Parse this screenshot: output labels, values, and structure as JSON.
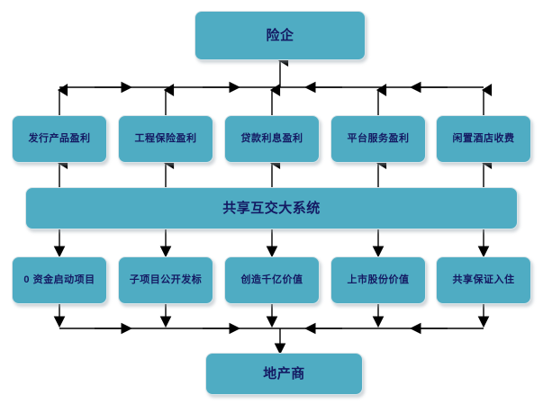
{
  "diagram": {
    "title_node": {
      "label": "险企"
    },
    "bottom_node": {
      "label": "地产商"
    },
    "center_bar": {
      "label": "共享互交大系统"
    },
    "upper_row": [
      {
        "label": "发行产品盈利"
      },
      {
        "label": "工程保险盈利"
      },
      {
        "label": "贷款利息盈利"
      },
      {
        "label": "平台服务盈利"
      },
      {
        "label": "闲置酒店收费"
      }
    ],
    "lower_row": [
      {
        "label": "0 资金启动项目"
      },
      {
        "label": "子项目公开发标"
      },
      {
        "label": "创造千亿价值"
      },
      {
        "label": "上市股份价值"
      },
      {
        "label": "共享保证入住"
      }
    ],
    "colors": {
      "node_fill": "#4facc3",
      "node_text": "#141a63",
      "wire": "#000000",
      "background": "#ffffff",
      "node_border": "#d8e4e8"
    }
  }
}
